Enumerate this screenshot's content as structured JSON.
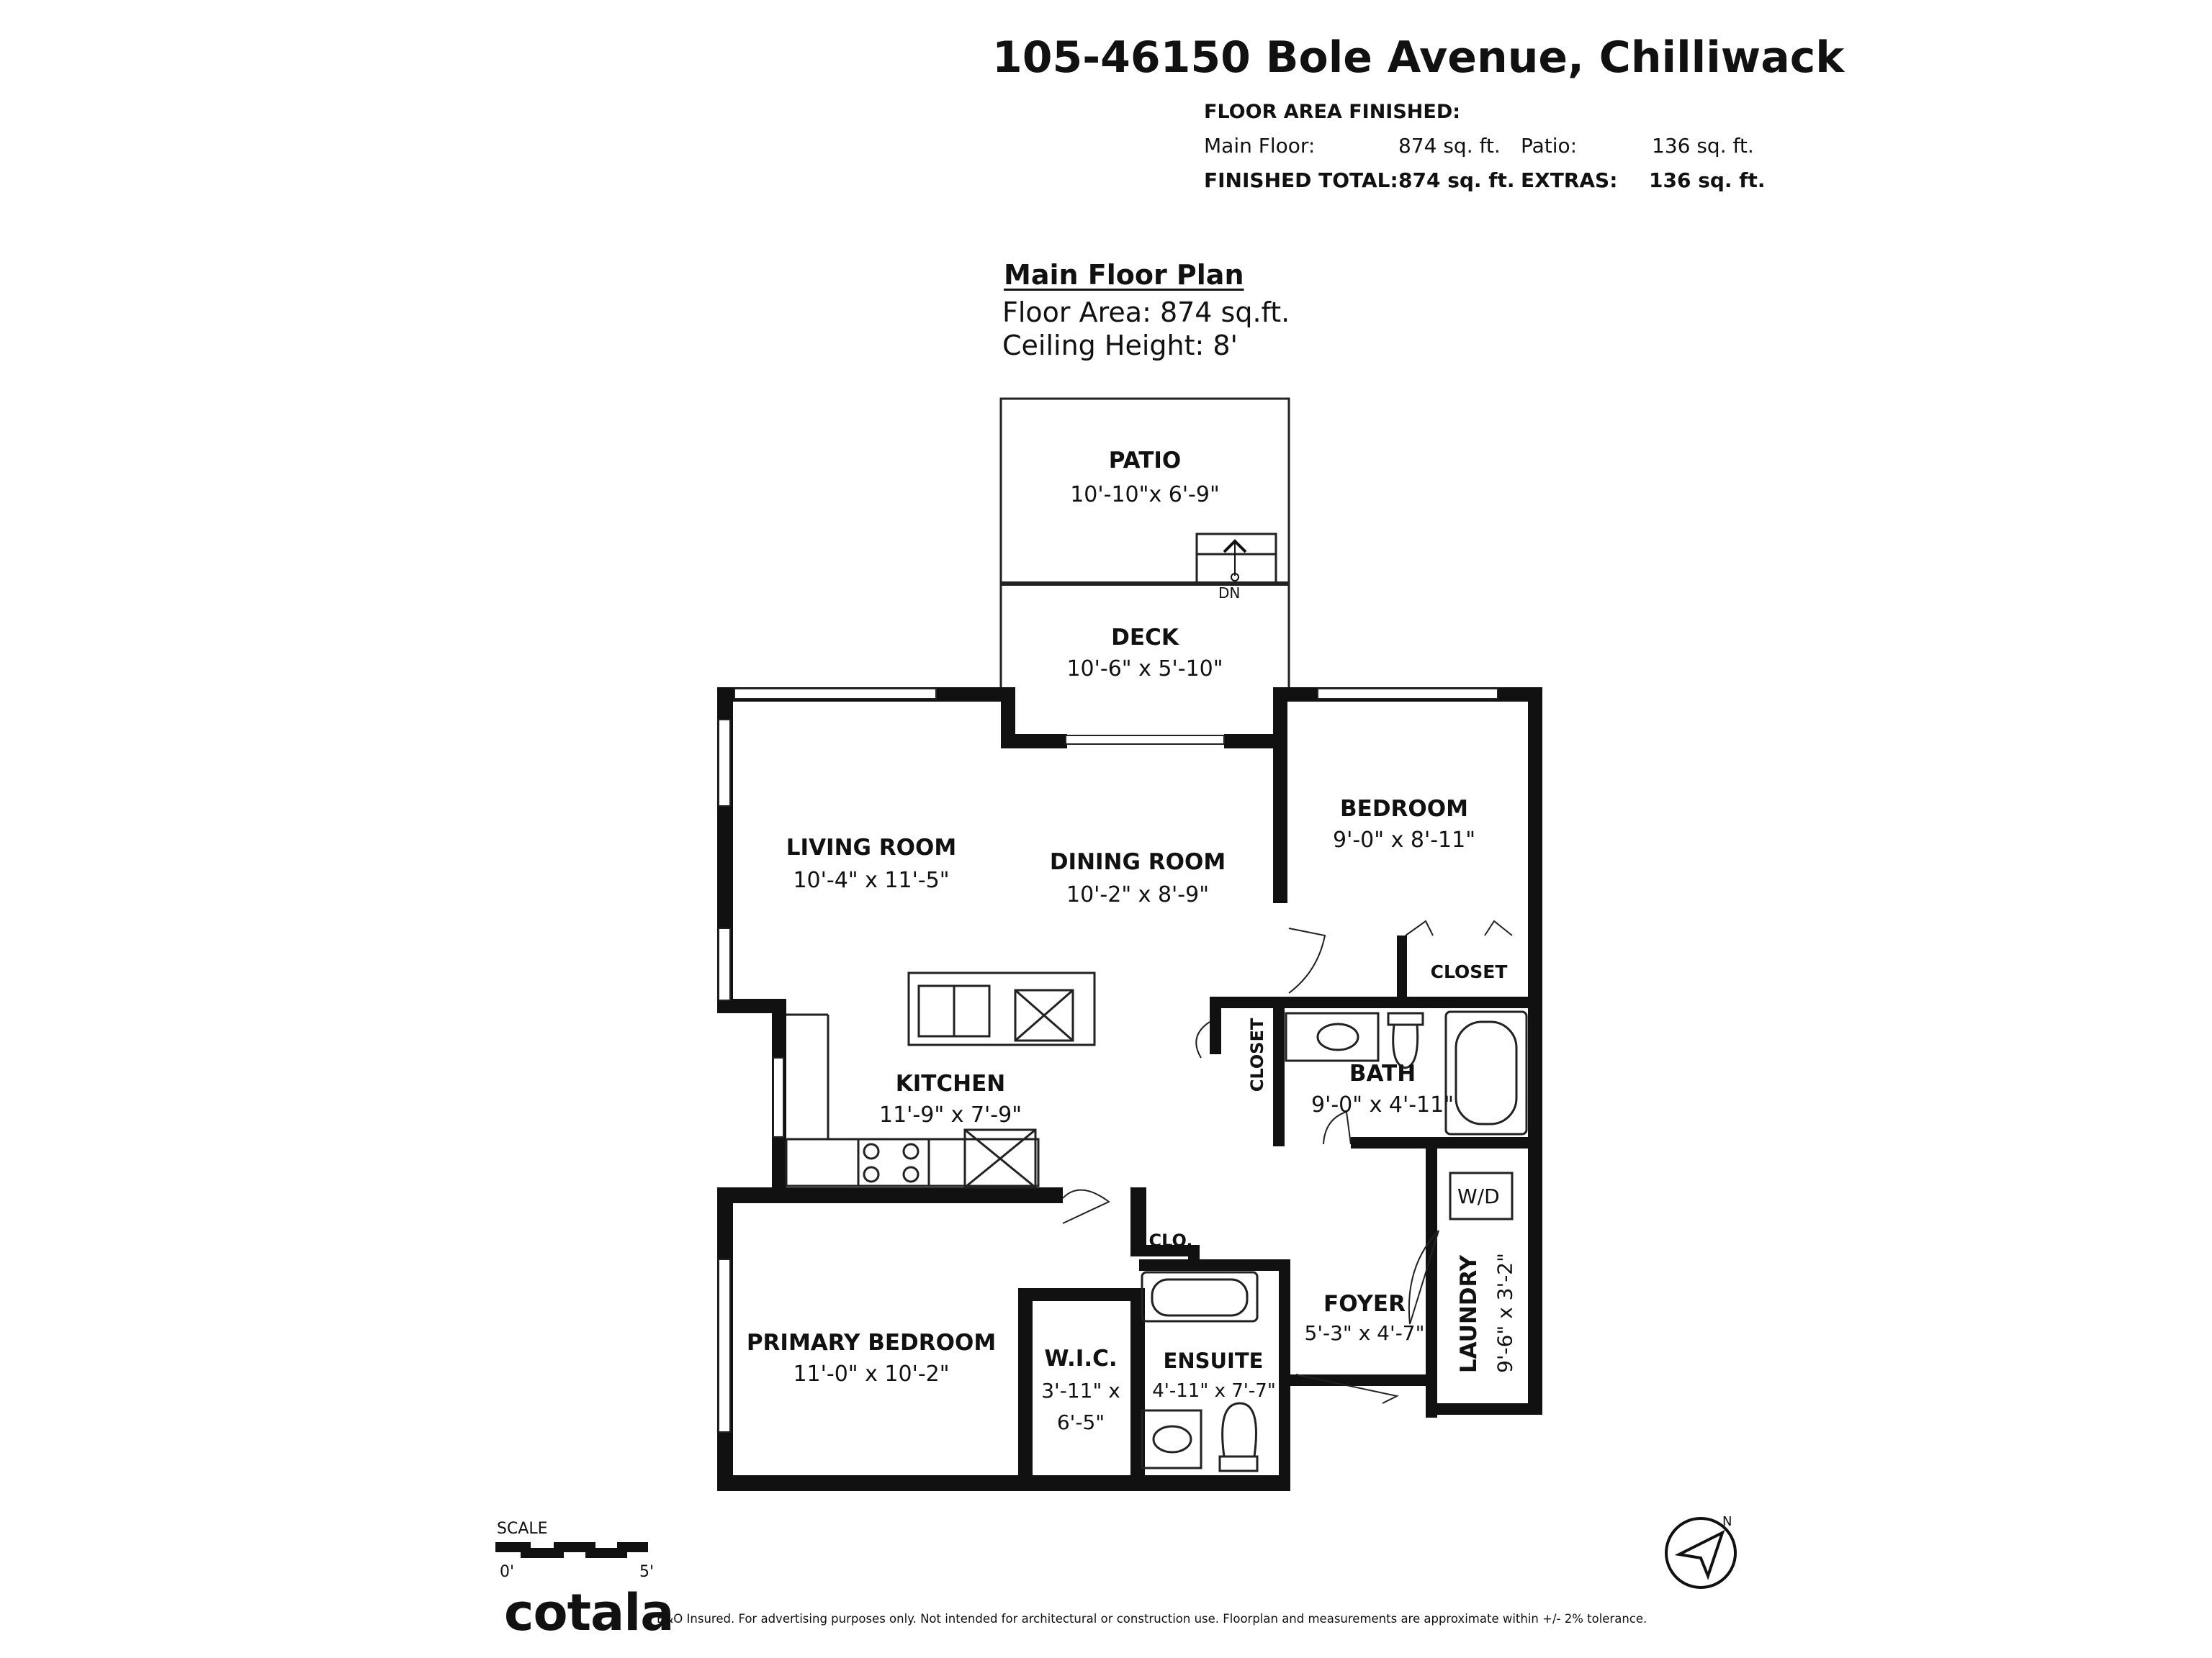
{
  "header": {
    "address": "105-46150 Bole Avenue, Chilliwack",
    "floor_area_heading": "FLOOR AREA FINISHED:",
    "rows": [
      {
        "left_label": "Main Floor:",
        "left_value": "874 sq. ft.",
        "right_label": "Patio:",
        "right_value": "136 sq. ft."
      },
      {
        "left_label": "FINISHED TOTAL:",
        "left_value": "874 sq. ft.",
        "right_label": "EXTRAS:",
        "right_value": "136 sq. ft."
      }
    ]
  },
  "plan": {
    "title": "Main Floor Plan",
    "floor_area": "Floor Area: 874 sq.ft.",
    "ceiling_height": "Ceiling Height: 8'"
  },
  "rooms": {
    "patio": {
      "name": "PATIO",
      "dims": "10'-10\"x 6'-9\""
    },
    "stairs": {
      "label": "DN"
    },
    "deck": {
      "name": "DECK",
      "dims": "10'-6\" x 5'-10\""
    },
    "living": {
      "name": "LIVING ROOM",
      "dims": "10'-4\" x 11'-5\""
    },
    "dining": {
      "name": "DINING ROOM",
      "dims": "10'-2\" x 8'-9\""
    },
    "bedroom": {
      "name": "BEDROOM",
      "dims": "9'-0\" x 8'-11\""
    },
    "bedroom_closet": {
      "name": "CLOSET"
    },
    "hall_closet": {
      "name": "CLOSET"
    },
    "kitchen": {
      "name": "KITCHEN",
      "dims": "11'-9\" x 7'-9\""
    },
    "bath": {
      "name": "BATH",
      "dims": "9'-0\" x 4'-11\""
    },
    "laundry": {
      "name": "LAUNDRY",
      "dims": "9'-6\" x 3'-2\"",
      "appliance": "W/D"
    },
    "clo": {
      "name": "CLO."
    },
    "foyer": {
      "name": "FOYER",
      "dims": "5'-3\" x 4'-7\""
    },
    "primary": {
      "name": "PRIMARY BEDROOM",
      "dims": "11'-0\" x 10'-2\""
    },
    "wic": {
      "name": "W.I.C.",
      "dims_a": "3'-11\" x",
      "dims_b": "6'-5\""
    },
    "ensuite": {
      "name": "ENSUITE",
      "dims": "4'-11\" x 7'-7\""
    }
  },
  "footer": {
    "scale_label": "SCALE",
    "scale_start": "0'",
    "scale_end": "5'",
    "brand": "cotala",
    "disclaimer": "E&O Insured. For advertising purposes only. Not intended for architectural or construction use. Floorplan and measurements are approximate within +/- 2% tolerance.",
    "compass_icon": "north-arrow-icon"
  },
  "colors": {
    "wall": "#111111",
    "line": "#222222",
    "background": "#ffffff"
  }
}
